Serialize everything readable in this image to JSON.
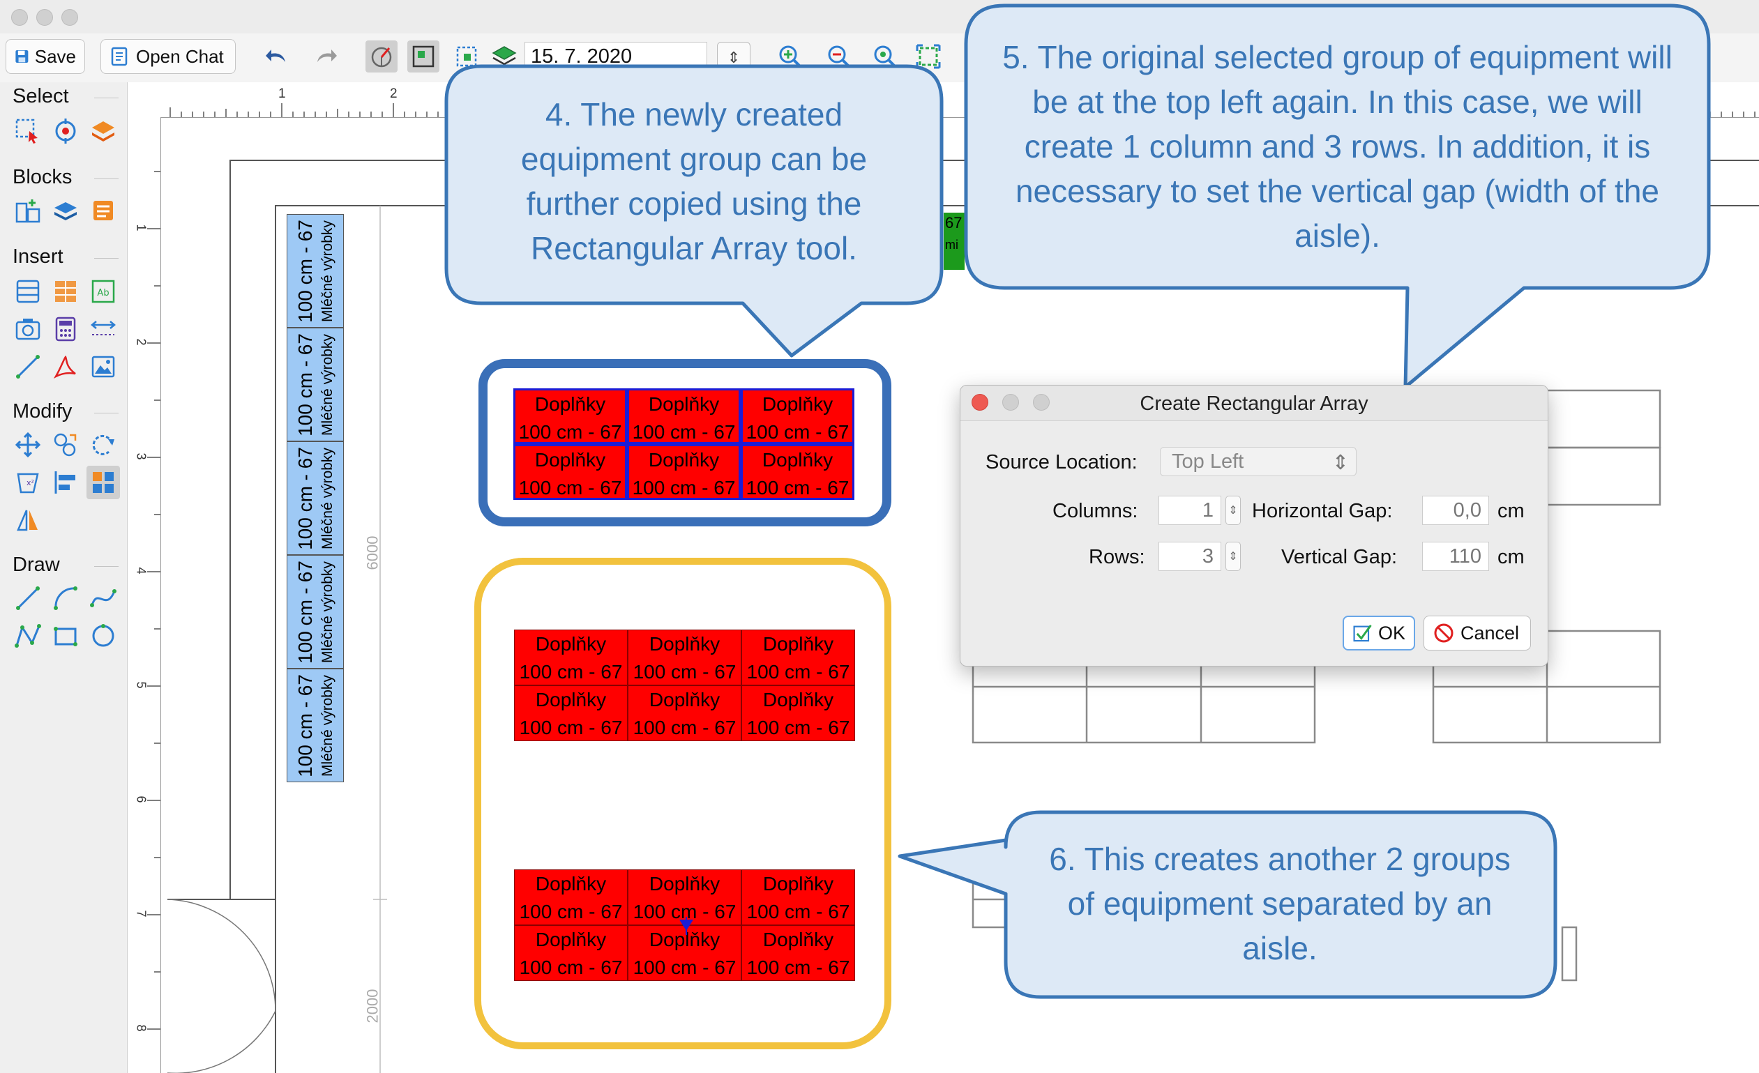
{
  "toolbar": {
    "save_label": "Save",
    "open_chat_label": "Open Chat",
    "date_value": "15. 7. 2020"
  },
  "sidebar": {
    "sections": [
      "Select",
      "Blocks",
      "Insert",
      "Modify",
      "Draw"
    ]
  },
  "ruler": {
    "top_ticks": [
      "1",
      "2"
    ],
    "left_ticks": [
      "1",
      "2",
      "3",
      "4",
      "5",
      "6",
      "7",
      "8"
    ]
  },
  "plan": {
    "dimension_6000": "6000",
    "dimension_2000": "2000",
    "vertical_block_line1": "100 cm - 67",
    "vertical_block_line2": "Mléčné výrobky",
    "rack_line1": "Doplňky",
    "rack_line2": "100 cm - 67",
    "green_fragment": "67",
    "green_fragment2": "mi"
  },
  "callouts": {
    "c4": "4. The newly created equipment group can be further copied using the Rectangular Array tool.",
    "c5": "5.  The original selected group of equipment will be at the top left again. In this case, we will create 1 column and 3 rows. In addition, it is necessary to set the vertical gap (width of the aisle).",
    "c6": "6.  This creates another 2 groups of equipment separated by an aisle."
  },
  "dialog": {
    "title": "Create Rectangular Array",
    "source_location_label": "Source Location:",
    "source_location_value": "Top Left",
    "columns_label": "Columns:",
    "columns_value": "1",
    "rows_label": "Rows:",
    "rows_value": "3",
    "horizontal_gap_label": "Horizontal Gap:",
    "horizontal_gap_value": "0,0",
    "vertical_gap_label": "Vertical Gap:",
    "vertical_gap_value": "110",
    "unit_cm": "cm",
    "ok_label": "OK",
    "cancel_label": "Cancel"
  },
  "colors": {
    "callout_fill": "#dde9f6",
    "callout_stroke": "#3a76b6",
    "selection_blue": "#3a6fb8",
    "result_yellow": "#f2c23d",
    "rack_red": "#ff0000",
    "dairy_blue": "#9ec9f5"
  }
}
